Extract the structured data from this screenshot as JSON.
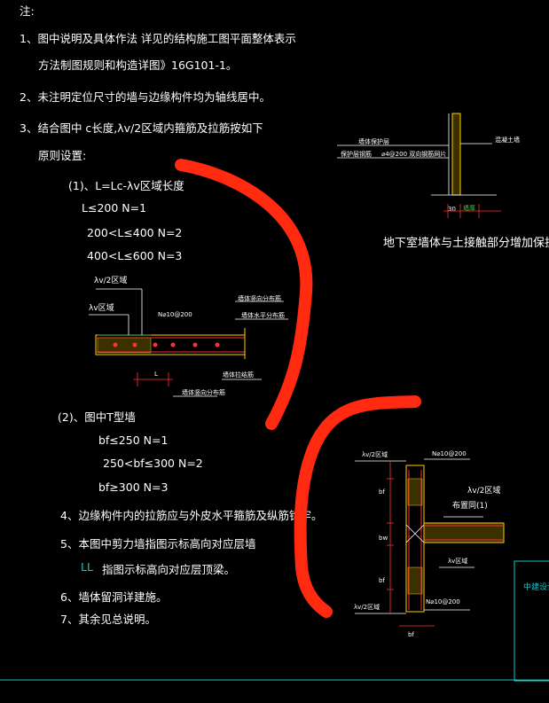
{
  "notes": {
    "heading": "注:",
    "n1a": "1、图中说明及具体作法   详见的结构施工图平面整体表示",
    "n1b": "方法制图规则和构造详图》16G101-1。",
    "n2": "2、未注明定位尺寸的墙与边缘构件均为轴线居中。",
    "n3a": "3、结合图中 c长度,λv/2区域内箍筋及拉筋按如下",
    "n3b": "原则设置:",
    "s1": "(1)、L=Lc-λv区域长度",
    "s1a": "L≤200  N=1",
    "s1b": "200<L≤400  N=2",
    "s1c": "400<L≤600  N=3",
    "s2": "(2)、图中T型墙",
    "s2a": "bf≤250  N=1",
    "s2b": "250<bf≤300  N=2",
    "s2c": "bf≥300  N=3",
    "n4": "4、边缘构件内的拉筋应与外皮水平箍筋及纵筋钩牢。",
    "n5": "5、本图中剪力墙指图示标高向对应层墙",
    "n5b_code": "LL",
    "n5b": "指图示标高向对应层顶梁。",
    "n6": "6、墙体留洞详建施。",
    "n7": "7、其余见总说明。"
  },
  "detail1": {
    "label_lv2": "λv/2区域",
    "label_lv": "λv区域",
    "label_n": "N⌀10@200",
    "label_vert": "墙体竖向分布筋",
    "label_horiz": "墙体水平分布筋",
    "label_tie": "墙体拉结筋",
    "label_bottom": "墙体竖向分布筋",
    "dim_l": "L"
  },
  "detail2": {
    "title": "地下室墙体与土接触部分增加保护层",
    "label_left1": "墙体保护层",
    "label_left2": "保护层钢筋",
    "label_left3": "⌀4@200 双向钢筋网片",
    "label_right": "混凝土墙",
    "dim_30": "30",
    "dim_wall": "墙厚"
  },
  "detail3": {
    "label_lv2_top": "λv/2区域",
    "label_n_top": "N⌀10@200",
    "label_lv2_right": "λv/2区域",
    "label_bz": "布置同(1)",
    "label_lv": "λv区域",
    "label_lv2_bottom": "λv/2区域",
    "label_n_bottom": "N⌀10@200",
    "dim_bf": "bf",
    "dim_bw": "bw"
  },
  "titleblock": {
    "label": "中建设计院"
  },
  "colors": {
    "red_annotation": "#ff2a10",
    "cad_yellow": "#ffd000",
    "cad_green": "#33dd33",
    "cad_cyan": "#17c6c6",
    "cad_red": "#ff3030"
  }
}
